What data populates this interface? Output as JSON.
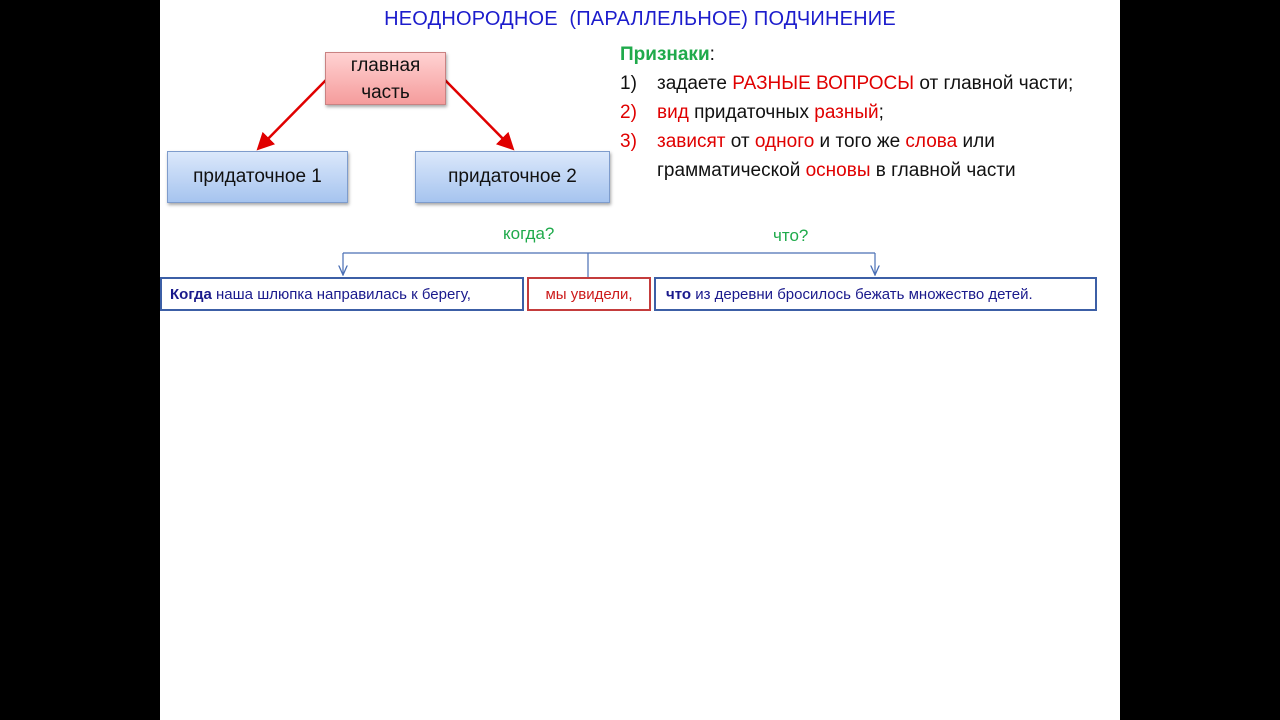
{
  "title": "НЕОДНОРОДНОЕ  (ПАРАЛЛЕЛЬНОЕ) ПОДЧИНЕНИЕ",
  "scheme": {
    "main_line1": "главная",
    "main_line2": "часть",
    "sub1": "придаточное 1",
    "sub2": "придаточное 2"
  },
  "features": {
    "heading": "Признаки",
    "heading_colon": ":",
    "item1": {
      "num": "1)",
      "p1": "задаете ",
      "p2": "РАЗНЫЕ ВОПРОСЫ",
      "p3": " от главной части;"
    },
    "item2": {
      "num": "2)",
      "p1": "вид",
      "p2": " придаточных ",
      "p3": "разный",
      "p4": ";"
    },
    "item3": {
      "num": "3)",
      "p1": "зависят",
      "p2": " от ",
      "p3": "одного",
      "p4": " и того же ",
      "p5": "слова",
      "p6": " или",
      "p7": "грамматической ",
      "p8": "основы",
      "p9": " в главной части"
    }
  },
  "questions": {
    "q1": "когда?",
    "q2": "что?"
  },
  "sentence": {
    "part1_bold": "Когда",
    "part1_rest": " наша шлюпка направилась к берегу,",
    "part2": "мы увидели,",
    "part3_bold": "что",
    "part3_rest": " из деревни бросилось бежать множество детей."
  },
  "colors": {
    "title": "#1c1ccc",
    "accent_red": "#e00000",
    "accent_green": "#1faa4b",
    "arrow_red": "#e00000",
    "connector_blue": "#4a6fb5"
  }
}
